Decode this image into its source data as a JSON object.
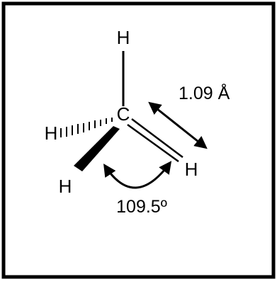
{
  "molecule": {
    "central_atom": "C",
    "atoms": {
      "top": "H",
      "left_dashed": "H",
      "front_wedge": "H",
      "right": "H"
    },
    "bond_length_label": "1.09 Å",
    "bond_angle_label": "109.5º"
  },
  "colors": {
    "line": "#000000",
    "background": "#ffffff"
  }
}
